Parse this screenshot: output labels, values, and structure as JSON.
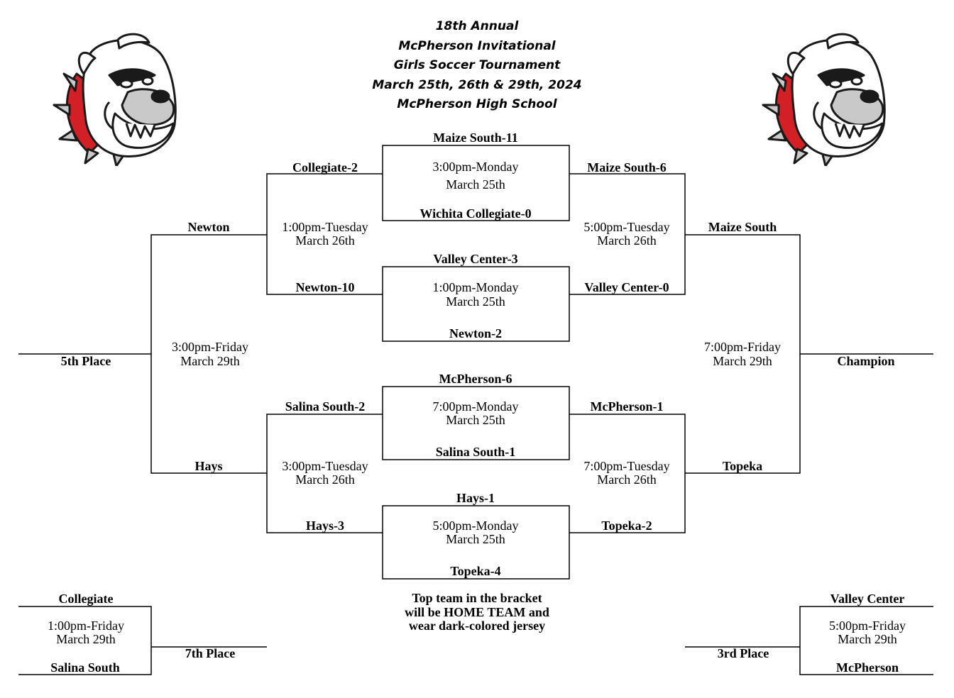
{
  "header": {
    "line1": "18th Annual",
    "line2": "McPherson Invitational",
    "line3": "Girls Soccer Tournament",
    "line4": "March 25th, 26th & 29th, 2024",
    "line5": "McPherson High School"
  },
  "round1": {
    "g1": {
      "top": "Maize South-11",
      "time": "3:00pm-Monday",
      "date": "March 25th",
      "bottom": "Wichita Collegiate-0"
    },
    "g2": {
      "top": "Valley Center-3",
      "time": "1:00pm-Monday",
      "date": "March 25th",
      "bottom": "Newton-2"
    },
    "g3": {
      "top": "McPherson-6",
      "time": "7:00pm-Monday",
      "date": "March 25th",
      "bottom": "Salina South-1"
    },
    "g4": {
      "top": "Hays-1",
      "time": "5:00pm-Monday",
      "date": "March 25th",
      "bottom": "Topeka-4"
    }
  },
  "consolation_semis": {
    "upper": {
      "top": "Collegiate-2",
      "bottom": "Newton-10",
      "time": "1:00pm-Tuesday",
      "date": "March 26th"
    },
    "lower": {
      "top": "Salina South-2",
      "bottom": "Hays-3",
      "time": "3:00pm-Tuesday",
      "date": "March 26th"
    }
  },
  "semis": {
    "upper": {
      "top": "Maize South-6",
      "bottom": "Valley Center-0",
      "time": "5:00pm-Tuesday",
      "date": "March 26th"
    },
    "lower": {
      "top": "McPherson-1",
      "bottom": "Topeka-2",
      "time": "7:00pm-Tuesday",
      "date": "March 26th"
    }
  },
  "fifth_place_game": {
    "top": "Newton",
    "bottom": "Hays",
    "time": "3:00pm-Friday",
    "date": "March 29th",
    "result_label": "5th Place"
  },
  "championship": {
    "top": "Maize South",
    "bottom": "Topeka",
    "time": "7:00pm-Friday",
    "date": "March 29th",
    "result_label": "Champion"
  },
  "seventh_place_game": {
    "top": "Collegiate",
    "time": "1:00pm-Friday",
    "date": "March 29th",
    "bottom": "Salina South",
    "result_label": "7th Place"
  },
  "third_place_game": {
    "top": "Valley Center",
    "time": "5:00pm-Friday",
    "date": "March 29th",
    "bottom": "McPherson",
    "result_label": "3rd Place"
  },
  "note": {
    "line1": "Top team in the bracket",
    "line2": "will be HOME TEAM and",
    "line3": "wear dark-colored jersey"
  },
  "logo": {
    "name": "bulldog-mascot-icon",
    "accent": "#d32027",
    "outline": "#1a1a1a",
    "shade": "#c9c9c9"
  }
}
